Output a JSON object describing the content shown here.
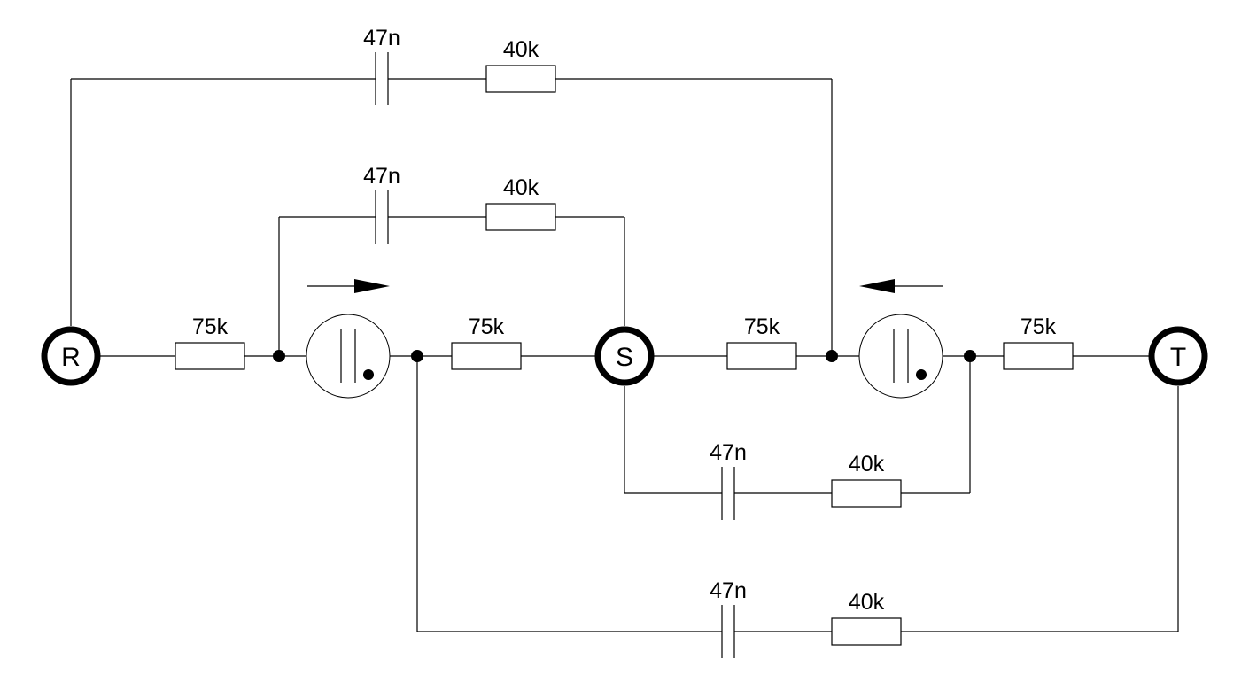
{
  "terminals": {
    "r": "R",
    "s": "S",
    "t": "T"
  },
  "components": {
    "resistor_rs_1": "75k",
    "resistor_rs_2": "75k",
    "resistor_st_1": "75k",
    "resistor_st_2": "75k",
    "cap_top_outer": "47n",
    "res_top_outer": "40k",
    "cap_top_inner": "47n",
    "res_top_inner": "40k",
    "cap_bottom_inner": "47n",
    "res_bottom_inner": "40k",
    "cap_bottom_outer": "47n",
    "res_bottom_outer": "40k"
  },
  "colors": {
    "ink": "#000000",
    "background": "#ffffff"
  }
}
